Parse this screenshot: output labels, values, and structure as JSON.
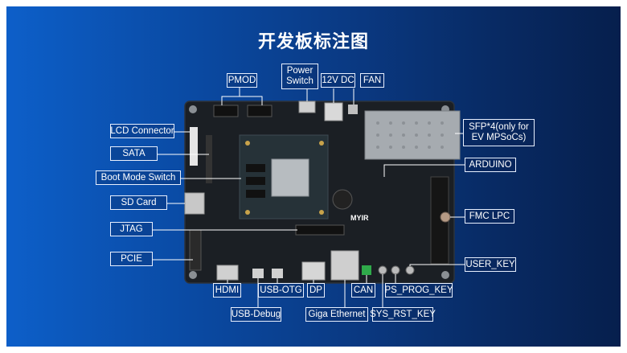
{
  "title": "开发板标注图",
  "labels": {
    "pmod": "PMOD",
    "power_line1": "Power",
    "power_line2": "Switch",
    "dc12v": "12V DC",
    "fan": "FAN",
    "lcd": "LCD Connector",
    "sata": "SATA",
    "boot": "Boot Mode Switch",
    "sd": "SD Card",
    "jtag": "JTAG",
    "pcie": "PCIE",
    "sfp_line1": "SFP*4(only for",
    "sfp_line2": "EV MPSoCs)",
    "arduino": "ARDUINO",
    "fmc": "FMC LPC",
    "user_key": "USER_KEY",
    "hdmi": "HDMI",
    "usb_otg": "USB-OTG",
    "dp": "DP",
    "can": "CAN",
    "ps_prog": "PS_PROG_KEY",
    "usb_debug": "USB-Debug",
    "giga": "Giga Ethernet",
    "sys_rst": "SYS_RST_KEY"
  },
  "board": {
    "brand": "MYIR"
  },
  "colors": {
    "background_left": "#0d5fc9",
    "background_right": "#061f4d",
    "board": "#1b1f24",
    "label_border": "#e8f0ff"
  }
}
